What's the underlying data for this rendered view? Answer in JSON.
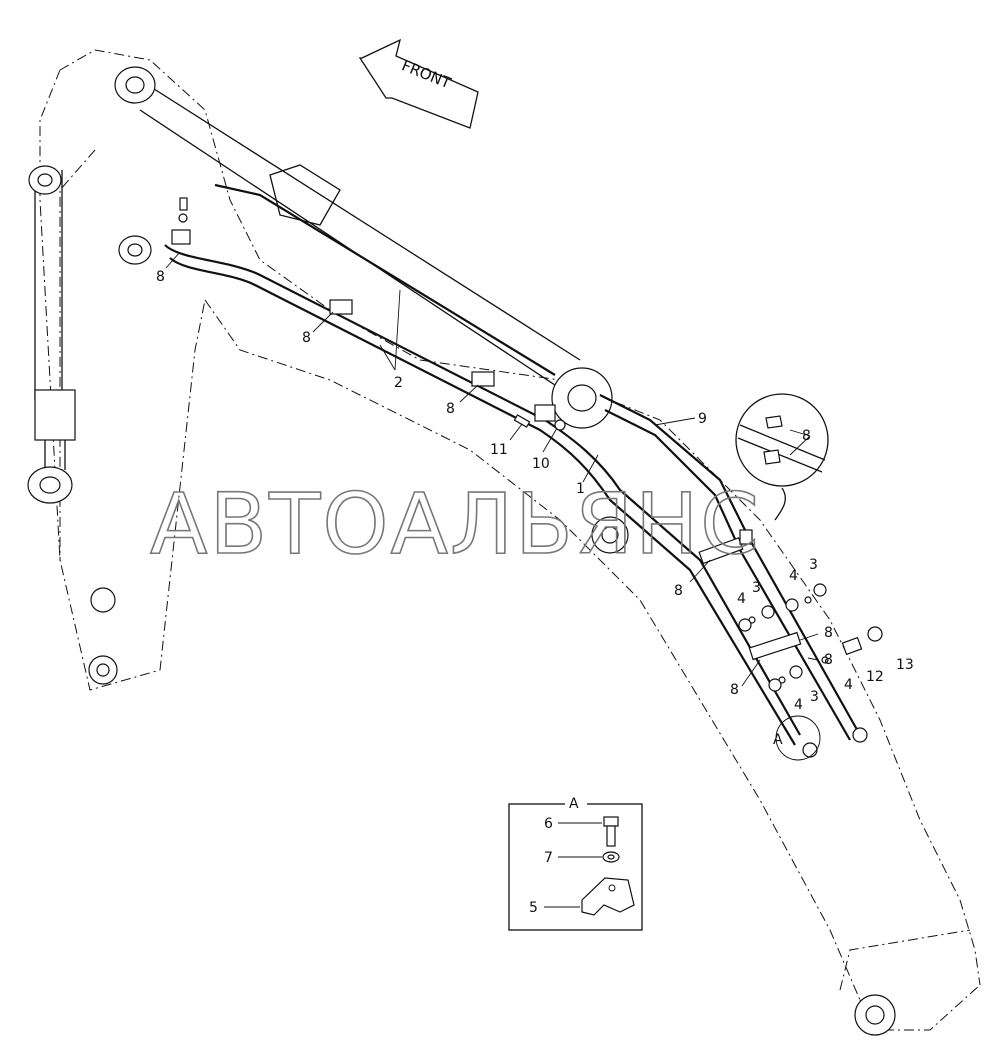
{
  "diagram": {
    "front_label": "FRONT",
    "watermark": "АВТОАЛЬЯНС",
    "detail_view": {
      "title": "A",
      "items": [
        "6",
        "7",
        "5"
      ]
    },
    "callout_marker": "A",
    "part_numbers": [
      "1",
      "2",
      "3",
      "4",
      "5",
      "6",
      "7",
      "8",
      "9",
      "10",
      "11",
      "12",
      "13"
    ],
    "callouts": [
      {
        "id": "c8a",
        "text": "8"
      },
      {
        "id": "c8b",
        "text": "8"
      },
      {
        "id": "c8c",
        "text": "8"
      },
      {
        "id": "c2",
        "text": "2"
      },
      {
        "id": "c11",
        "text": "11"
      },
      {
        "id": "c10",
        "text": "10"
      },
      {
        "id": "c1",
        "text": "1"
      },
      {
        "id": "c9",
        "text": "9"
      },
      {
        "id": "c8d",
        "text": "8"
      },
      {
        "id": "c8e",
        "text": "8"
      },
      {
        "id": "c8f",
        "text": "8"
      },
      {
        "id": "c8g",
        "text": "8"
      },
      {
        "id": "c3a",
        "text": "3"
      },
      {
        "id": "c4a",
        "text": "4"
      },
      {
        "id": "c3b",
        "text": "3"
      },
      {
        "id": "c4b",
        "text": "4"
      },
      {
        "id": "c4c",
        "text": "4"
      },
      {
        "id": "c12",
        "text": "12"
      },
      {
        "id": "c13",
        "text": "13"
      },
      {
        "id": "c4d",
        "text": "4"
      },
      {
        "id": "c3c",
        "text": "3"
      },
      {
        "id": "c8h",
        "text": "8"
      }
    ]
  }
}
